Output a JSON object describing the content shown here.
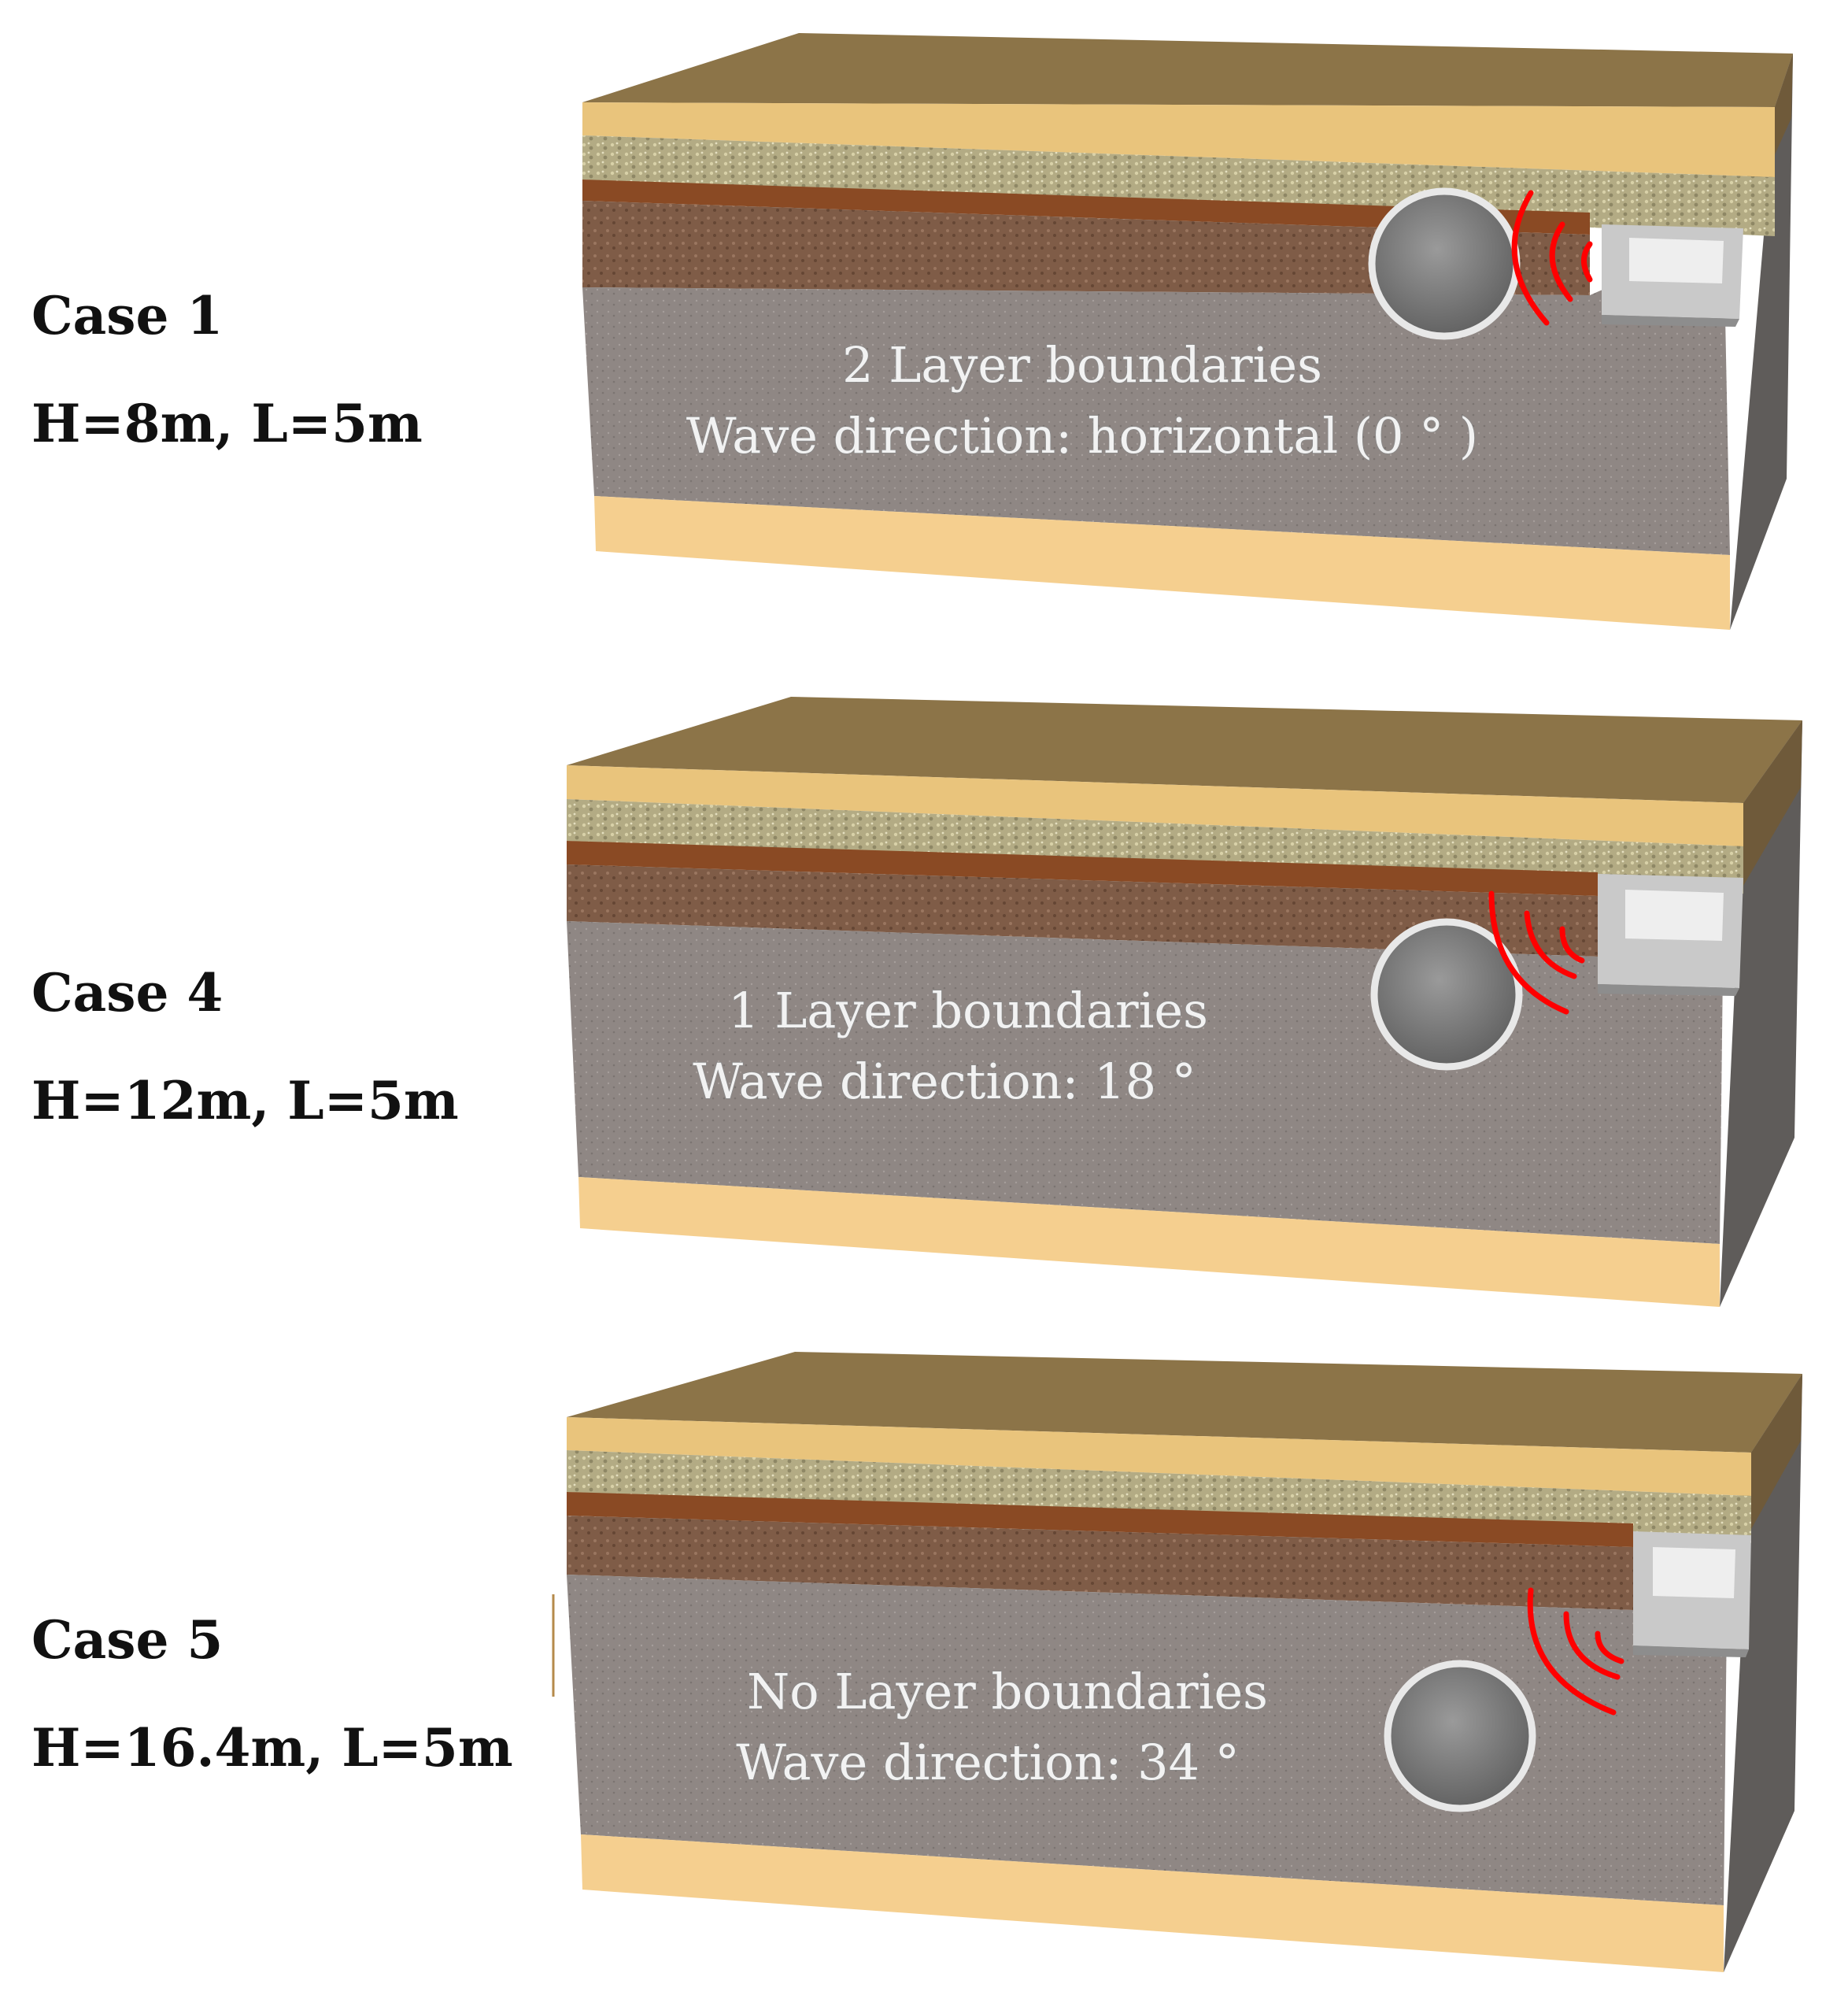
{
  "cases": [
    {
      "title": "Case 1",
      "params": "H=8m, L=5m",
      "boundaries": "2 Layer boundaries",
      "wave": "Wave direction: horizontal (0 ° )"
    },
    {
      "title": "Case 4",
      "params": "H=12m, L=5m",
      "boundaries": "1 Layer boundaries",
      "wave": "Wave direction: 18 °"
    },
    {
      "title": "Case 5",
      "params": "H=16.4m, L=5m",
      "boundaries": "No Layer boundaries",
      "wave": "Wave direction: 34 °"
    }
  ],
  "colors": {
    "top_surface": "#8c7448",
    "sand_layer": "#e9c47c",
    "gravel_layer": "#b3ab84",
    "clay_stripe": "#8a4a24",
    "soil_layer": "#7f5c47",
    "rock_body": "#8f8784",
    "base_layer": "#f5cf8f",
    "side_face": "#5f5c5a",
    "wave_arcs": "#ff0000"
  }
}
